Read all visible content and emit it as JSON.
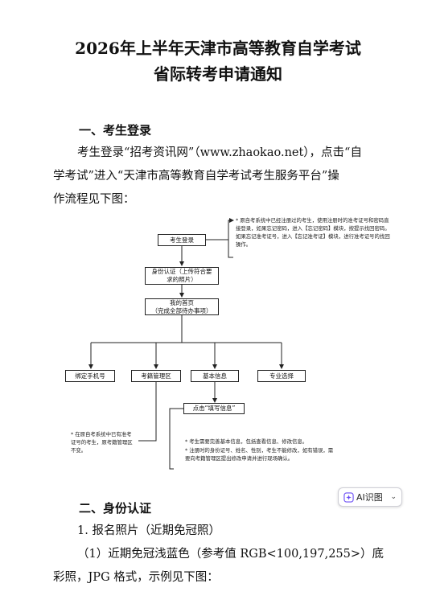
{
  "title": {
    "line1": "2026年上半年天津市高等教育自学考试",
    "line2": "省际转考申请通知"
  },
  "section1": {
    "heading": "一、考生登录",
    "para_line1": "考生登录“招考资讯网”（www.zhaokao.net），点击“自",
    "para_line2": "学考试”进入“天津市高等教育自学考试考生服务平台”操",
    "para_line3": "作流程见下图："
  },
  "flow": {
    "login": "考生登录",
    "login_note": "* 原自考系统中已经注册过的考生，使用注册时的准考证号和密码直接登录，如果忘记密码，进入【忘记密码】模块，按提示找回密码。如果忘记准考证号，进入【忘记准考证】模块，进行准考证号的找回操作。",
    "identity": "身份认证（上传符合要求的照片）",
    "home_line1": "我的首页",
    "home_line2": "（完成全部待办事项）",
    "bind_phone": "绑定手机号",
    "enrollment": "考籍管理区",
    "basic_info": "基本信息",
    "major": "专业选择",
    "fill_info": "点击“填写信息”",
    "enroll_note": "* 在原自考系统中已有准考证号的考生，原考籍管理区不变。",
    "info_note1": "* 考生需要完善基本信息，包括查看信息、修改信息。",
    "info_note2": "* 注册时的身份证号、姓名、性别，考生不能修改，如有错误，需要向考籍管理区提出修改申请并进行现场确认。"
  },
  "ai_button": {
    "label": "AI识图"
  },
  "section2": {
    "heading": "二、身份认证",
    "item1": "1. 报名照片（近期免冠照）",
    "item2_line1": "（1）近期免冠浅蓝色（参考值 RGB<100,197,255>）底",
    "item2_line2": "彩照，JPG 格式，示例见下图："
  }
}
